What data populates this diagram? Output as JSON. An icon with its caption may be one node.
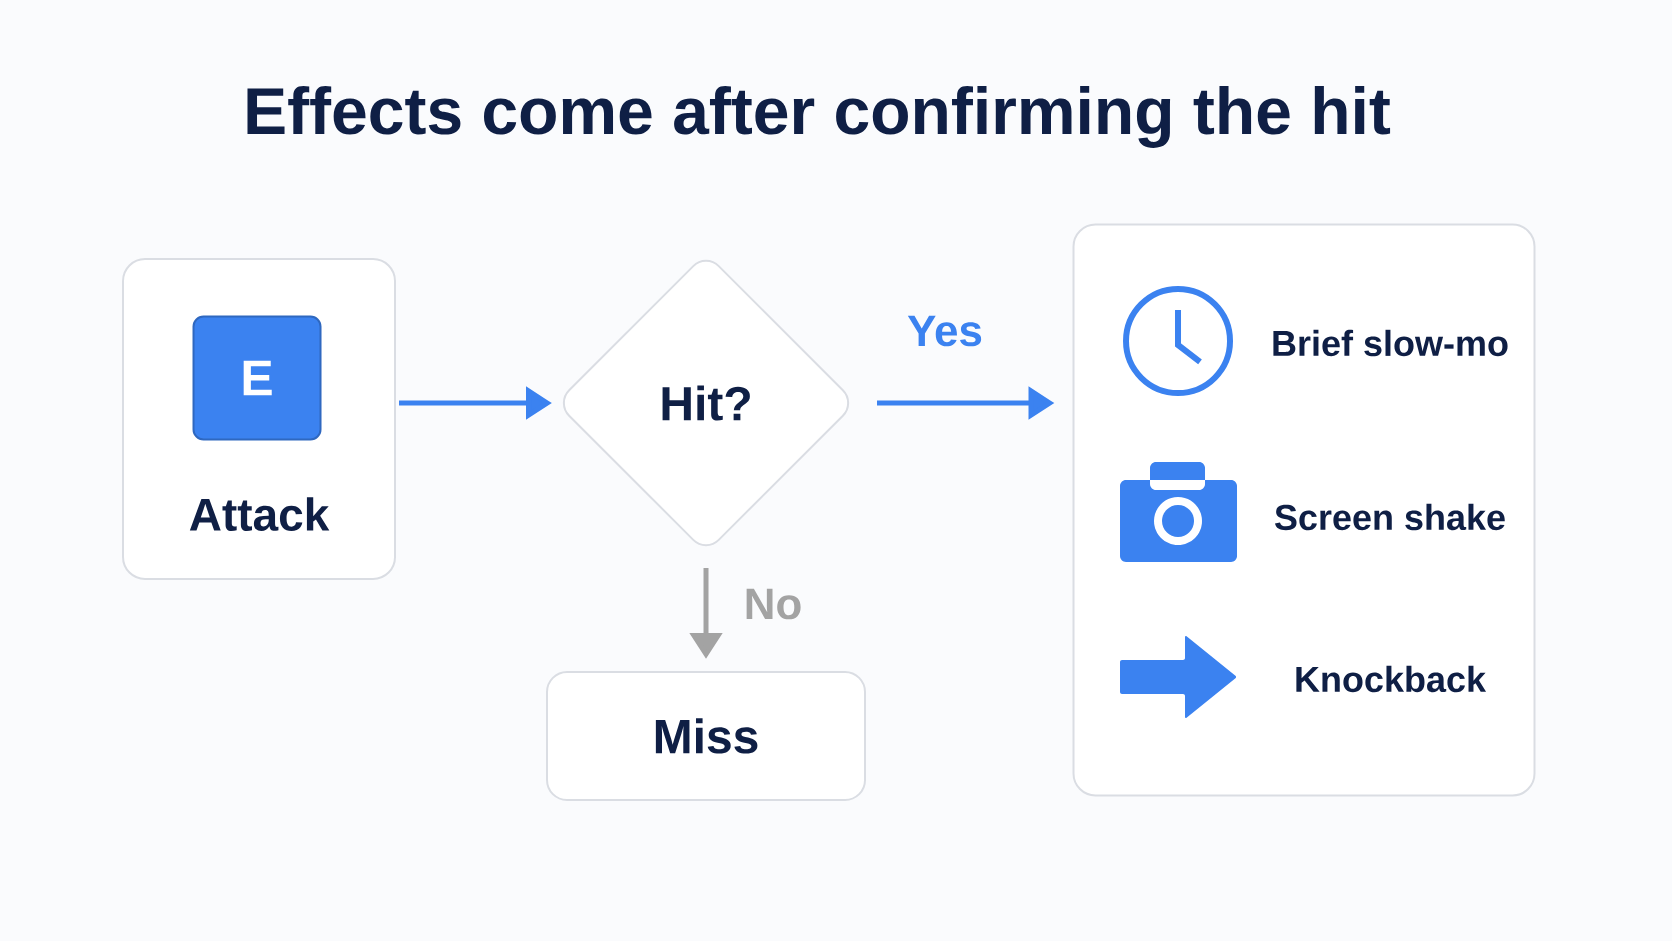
{
  "diagram": {
    "title": "Effects come after confirming the hit",
    "nodes": [
      {
        "text": [
          "Attack"
        ]
      },
      {
        "text": [
          "E"
        ],
        "in": 0
      },
      {
        "text": [
          "Hit?"
        ]
      },
      {
        "text": [],
        "shape": "box"
      },
      {
        "text": [
          "Brief slow-mo"
        ],
        "in": 3
      },
      {
        "text": [
          "Screen shake"
        ],
        "in": 3
      },
      {
        "text": [
          "Knockback"
        ],
        "in": 3
      },
      {
        "text": [
          "Miss"
        ]
      }
    ],
    "edges": [
      {
        "from": 0,
        "to": 2,
        "arrow": "to"
      },
      {
        "from": 2,
        "to": 3,
        "arrow": "to",
        "label": "Yes"
      },
      {
        "from": 2,
        "to": 7,
        "arrow": "to",
        "label": "No",
        "color": "#a3a3a3"
      }
    ]
  }
}
